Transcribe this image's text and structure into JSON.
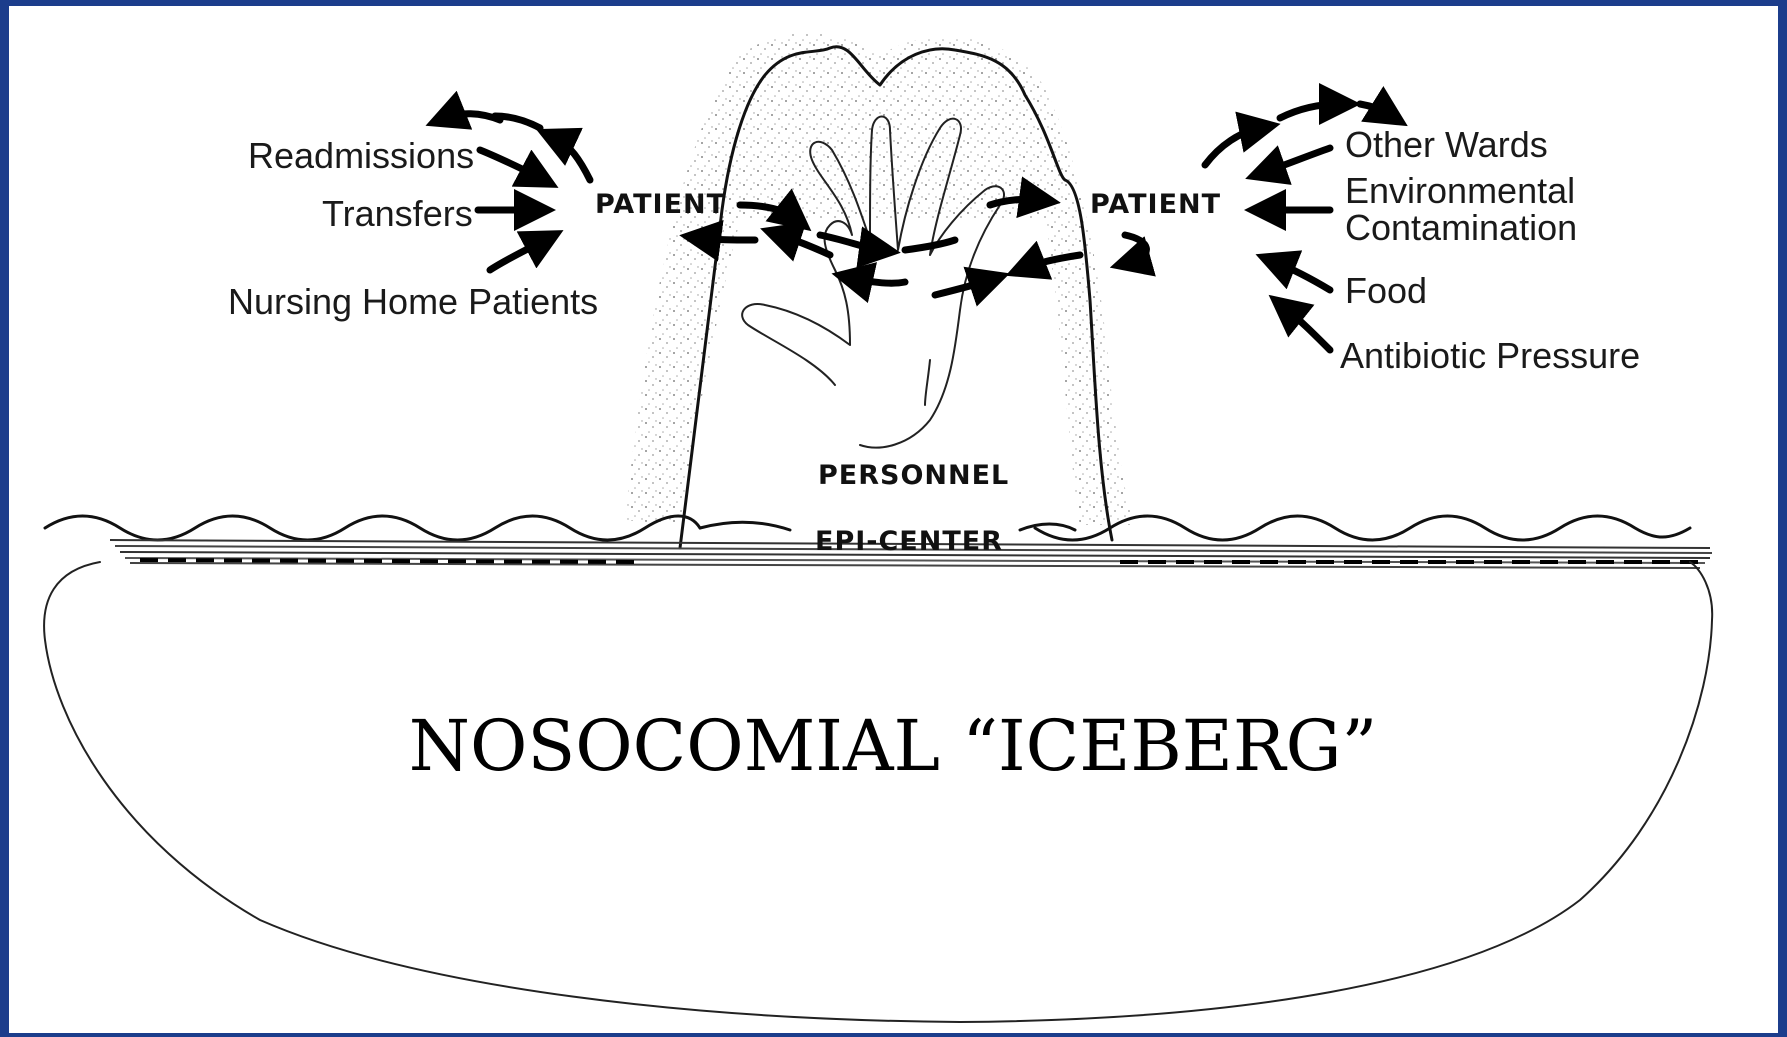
{
  "title": "NOSOCOMIAL “ICEBERG”",
  "left_patient_label": "PATIENT",
  "right_patient_label": "PATIENT",
  "personnel_label": "PERSONNEL",
  "epicenter_label": "EPI-CENTER",
  "left_sources": [
    "Readmissions",
    "Transfers",
    "Nursing Home Patients"
  ],
  "right_sources": [
    "Other Wards",
    "Environmental",
    "Contamination",
    "Food",
    "Antibiotic Pressure"
  ],
  "colors": {
    "frame": "#1c3d8c",
    "background": "#ffffff",
    "ink": "#111111"
  }
}
